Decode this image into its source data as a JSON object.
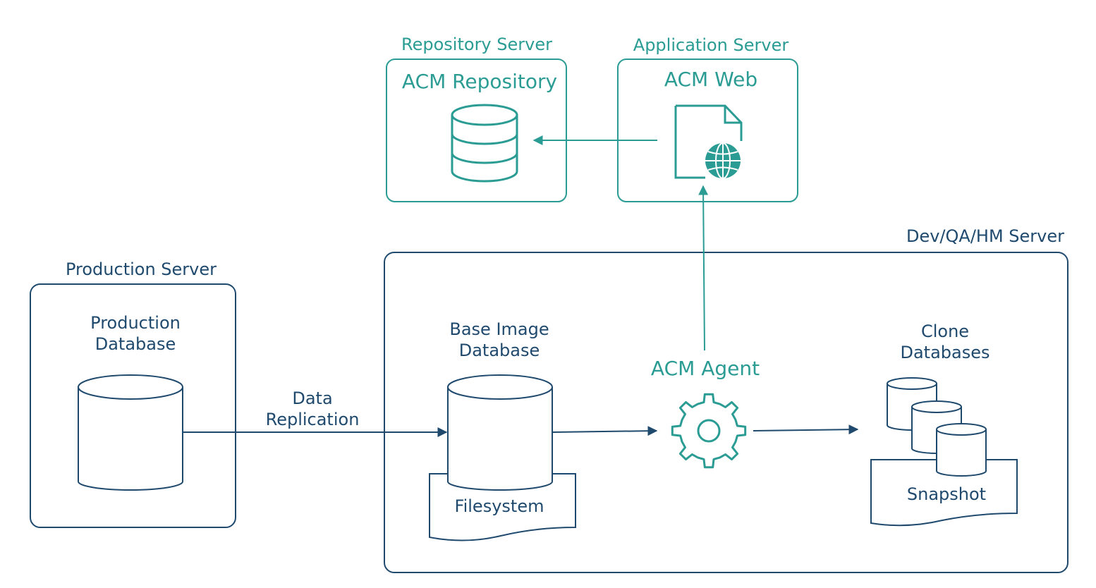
{
  "colors": {
    "navy": "#1f4a6e",
    "teal": "#2b9c94"
  },
  "repository_server": {
    "label": "Repository Server",
    "title": "ACM Repository",
    "icon": "database-icon"
  },
  "application_server": {
    "label": "Application Server",
    "title": "ACM Web",
    "icon": "web-document-icon"
  },
  "production_server": {
    "label": "Production Server",
    "database_line1": "Production",
    "database_line2": "Database"
  },
  "replication": {
    "line1": "Data",
    "line2": "Replication"
  },
  "dev_server": {
    "label": "Dev/QA/HM Server",
    "base_image_line1": "Base Image",
    "base_image_line2": "Database",
    "filesystem": "Filesystem",
    "agent": "ACM Agent",
    "agent_icon": "gear-icon",
    "clone_line1": "Clone",
    "clone_line2": "Databases",
    "snapshot": "Snapshot"
  }
}
